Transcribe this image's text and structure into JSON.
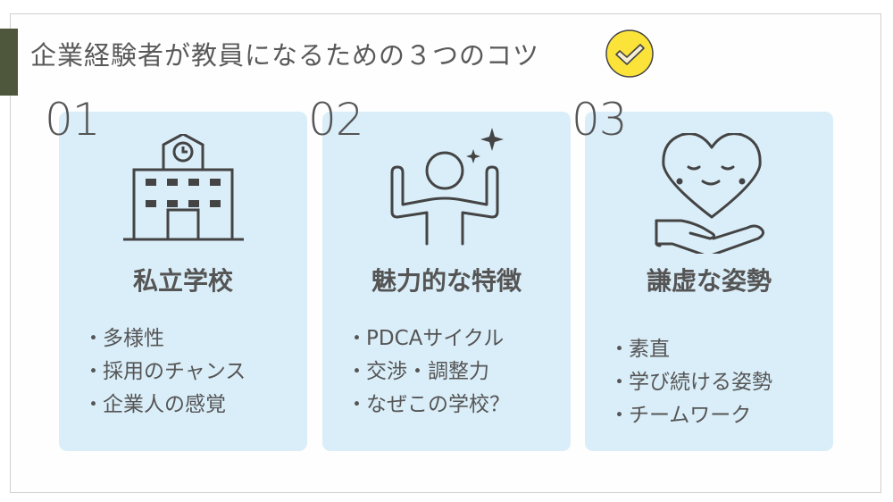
{
  "slide": {
    "title": "企業経験者が教員になるための３つのコツ",
    "title_icon": "checkmark-badge-icon",
    "accent_color": "#4e563c",
    "card_color": "#daeef9",
    "badge_color": "#fbe33a"
  },
  "cards": [
    {
      "number": "01",
      "icon": "school-building-icon",
      "title": "私立学校",
      "bullet": "・",
      "points": [
        "多様性",
        "採用のチャンス",
        "企業人の感覚"
      ]
    },
    {
      "number": "02",
      "icon": "person-sparkle-icon",
      "title": "魅力的な特徴",
      "bullet": "・",
      "points": [
        "PDCAサイクル",
        "交渉・調整力",
        "なぜこの学校？"
      ]
    },
    {
      "number": "03",
      "icon": "heart-in-hand-icon",
      "title": "謙虚な姿勢",
      "bullet": "・",
      "points": [
        "素直",
        "学び続ける姿勢",
        "チームワーク"
      ]
    }
  ]
}
